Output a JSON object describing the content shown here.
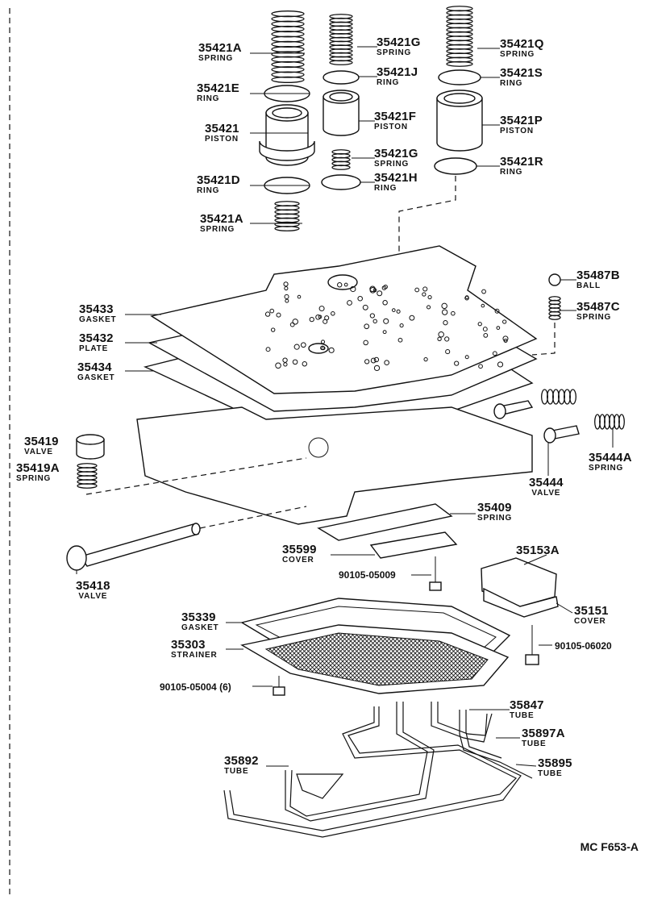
{
  "diagram_code": "MC F653-A",
  "labels": [
    {
      "id": "spring-35421a-top",
      "part": "35421A",
      "name": "SPRING"
    },
    {
      "id": "ring-35421e",
      "part": "35421E",
      "name": "RING"
    },
    {
      "id": "piston-35421",
      "part": "35421",
      "name": "PISTON"
    },
    {
      "id": "ring-35421d",
      "part": "35421D",
      "name": "RING"
    },
    {
      "id": "spring-35421a-bottom",
      "part": "35421A",
      "name": "SPRING"
    },
    {
      "id": "spring-35421g-top",
      "part": "35421G",
      "name": "SPRING"
    },
    {
      "id": "ring-35421j",
      "part": "35421J",
      "name": "RING"
    },
    {
      "id": "piston-35421f",
      "part": "35421F",
      "name": "PISTON"
    },
    {
      "id": "spring-35421g-mid",
      "part": "35421G",
      "name": "SPRING"
    },
    {
      "id": "ring-35421h",
      "part": "35421H",
      "name": "RING"
    },
    {
      "id": "spring-35421q",
      "part": "35421Q",
      "name": "SPRING"
    },
    {
      "id": "ring-35421s",
      "part": "35421S",
      "name": "RING"
    },
    {
      "id": "piston-35421p",
      "part": "35421P",
      "name": "PISTON"
    },
    {
      "id": "ring-35421r",
      "part": "35421R",
      "name": "RING"
    },
    {
      "id": "ball-35487b",
      "part": "35487B",
      "name": "BALL"
    },
    {
      "id": "spring-35487c",
      "part": "35487C",
      "name": "SPRING"
    },
    {
      "id": "gasket-35433",
      "part": "35433",
      "name": "GASKET"
    },
    {
      "id": "plate-35432",
      "part": "35432",
      "name": "PLATE"
    },
    {
      "id": "gasket-35434",
      "part": "35434",
      "name": "GASKET"
    },
    {
      "id": "valve-35419",
      "part": "35419",
      "name": "VALVE"
    },
    {
      "id": "spring-35419a",
      "part": "35419A",
      "name": "SPRING"
    },
    {
      "id": "spring-35444a",
      "part": "35444A",
      "name": "SPRING"
    },
    {
      "id": "valve-35444",
      "part": "35444",
      "name": "VALVE"
    },
    {
      "id": "spring-35409",
      "part": "35409",
      "name": "SPRING"
    },
    {
      "id": "cover-35599",
      "part": "35599",
      "name": "COVER"
    },
    {
      "id": "valve-35418",
      "part": "35418",
      "name": "VALVE"
    },
    {
      "id": "bolt-90105-05009",
      "part": "90105-05009",
      "name": ""
    },
    {
      "id": "part-35153a",
      "part": "35153A",
      "name": ""
    },
    {
      "id": "cover-35151",
      "part": "35151",
      "name": "COVER"
    },
    {
      "id": "gasket-35339",
      "part": "35339",
      "name": "GASKET"
    },
    {
      "id": "strainer-35303",
      "part": "35303",
      "name": "STRAINER"
    },
    {
      "id": "bolt-90105-06020",
      "part": "90105-06020",
      "name": ""
    },
    {
      "id": "bolt-90105-05004",
      "part": "90105-05004 (6)",
      "name": ""
    },
    {
      "id": "tube-35847",
      "part": "35847",
      "name": "TUBE"
    },
    {
      "id": "tube-35897a",
      "part": "35897A",
      "name": "TUBE"
    },
    {
      "id": "tube-35892",
      "part": "35892",
      "name": "TUBE"
    },
    {
      "id": "tube-35895",
      "part": "35895",
      "name": "TUBE"
    }
  ]
}
